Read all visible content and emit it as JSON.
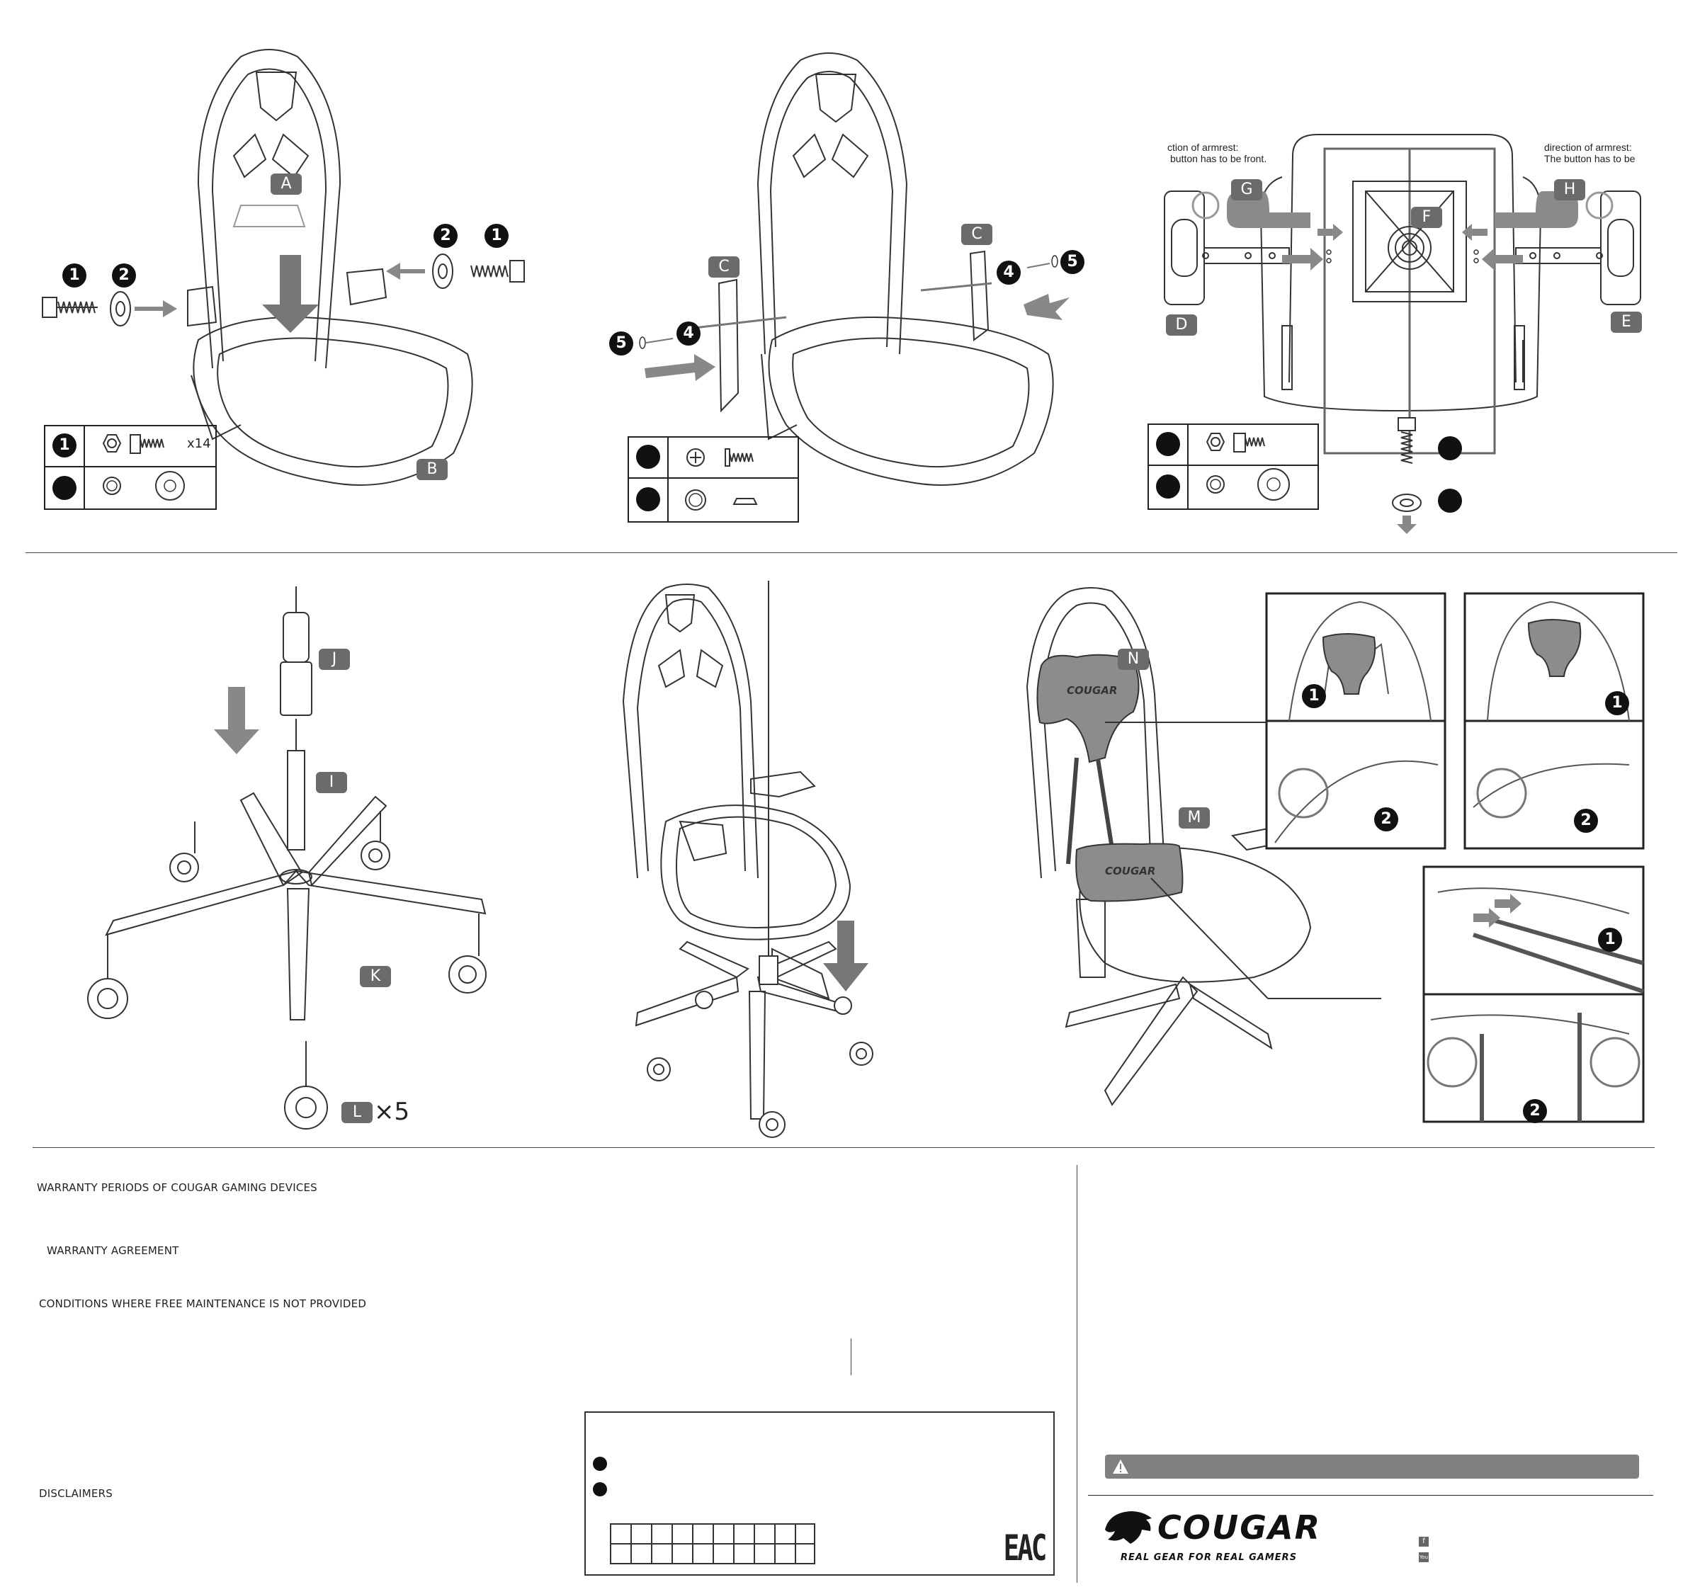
{
  "assembly": {
    "step1": {
      "labels": {
        "a": "A",
        "b": "B"
      },
      "callouts": {
        "screw": "1",
        "washer": "2"
      },
      "parts_table": {
        "qty": "x14"
      }
    },
    "step2": {
      "labels": {
        "c_left": "C",
        "c_right": "C"
      },
      "callouts": {
        "screw": "4",
        "cap": "5"
      }
    },
    "step3": {
      "labels": {
        "d": "D",
        "e": "E",
        "f": "F",
        "g": "G",
        "h": "H"
      },
      "note_left": [
        "ction of armrest:",
        "button has to be front."
      ],
      "note_right": [
        "direction of armrest:",
        "The button has to be"
      ]
    },
    "step4": {
      "labels": {
        "i": "I",
        "j": "J",
        "k": "K",
        "l": "L"
      },
      "caster_qty": "×5"
    },
    "step6": {
      "labels": {
        "m": "M",
        "n": "N"
      },
      "pillow_text": "COUGAR",
      "callouts": {
        "one": "1",
        "two": "2"
      }
    }
  },
  "warranty": {
    "periods_title": "WARRANTY PERIODS OF COUGAR GAMING DEVICES",
    "agreement_title": "WARRANTY AGREEMENT",
    "conditions_title": "CONDITIONS WHERE FREE MAINTENANCE IS NOT PROVIDED",
    "disclaimers_title": "DISCLAIMERS"
  },
  "cert_mark": "EAC",
  "brand": {
    "name": "COUGAR",
    "tagline": "REAL GEAR FOR REAL GAMERS",
    "social": [
      "f",
      "You"
    ]
  },
  "warning_icon": "warning-triangle-icon"
}
